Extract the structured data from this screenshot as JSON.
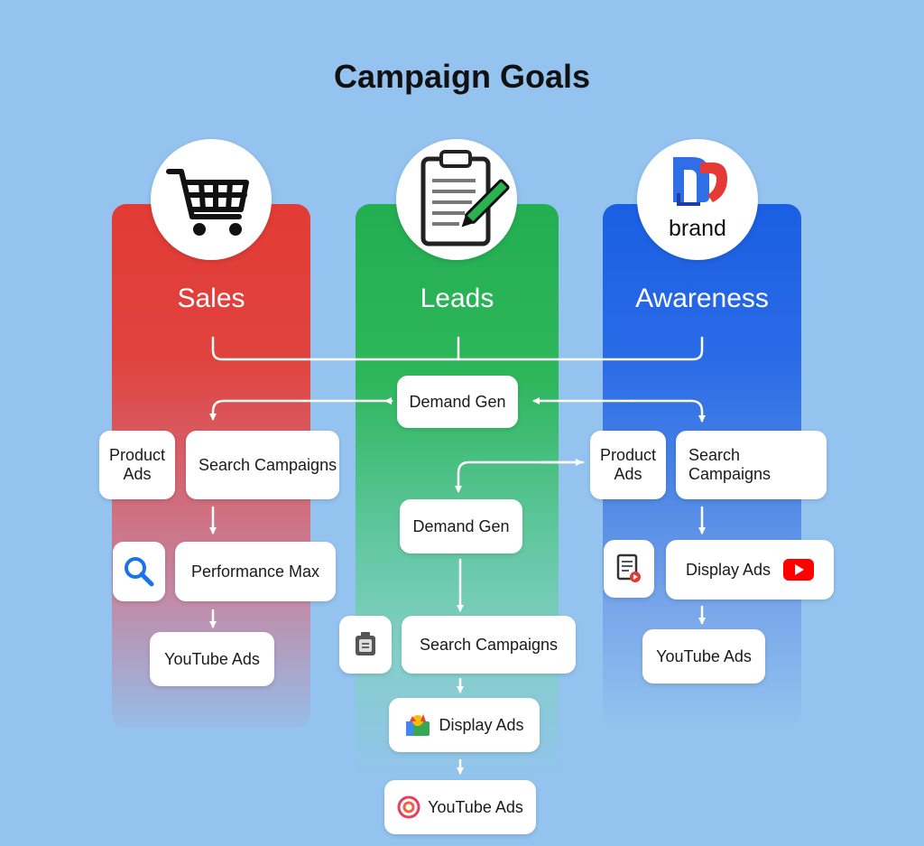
{
  "title": "Campaign Goals",
  "colors": {
    "sales": "#e23b35",
    "leads": "#24ae52",
    "awareness": "#1a5fe3",
    "background": "#93c3ee",
    "connector": "#ffffff"
  },
  "columns": {
    "sales": {
      "label": "Sales",
      "icon": "shopping-cart-icon"
    },
    "leads": {
      "label": "Leads",
      "icon": "clipboard-pen-icon"
    },
    "awareness": {
      "label": "Awareness",
      "icon": "brand-logo-icon",
      "logo_text": "brand"
    }
  },
  "hub": {
    "label": "Demand Gen"
  },
  "sales_flow": {
    "product_ads": "Product Ads",
    "search_campaigns": "Search Campaigns",
    "performance_max": "Performance Max",
    "youtube_ads": "YouTube Ads",
    "side_icon": "magnifier-icon"
  },
  "leads_flow": {
    "demand_gen": "Demand Gen",
    "search_campaigns": "Search Campaigns",
    "display_ads": "Display Ads",
    "youtube_ads": "YouTube Ads",
    "side_icon": "device-icon"
  },
  "awareness_flow": {
    "product_ads": "Product Ads",
    "search_campaigns": "Search Campaigns",
    "display_ads": "Display Ads",
    "youtube_ads": "YouTube Ads",
    "side_icon": "document-play-icon"
  }
}
